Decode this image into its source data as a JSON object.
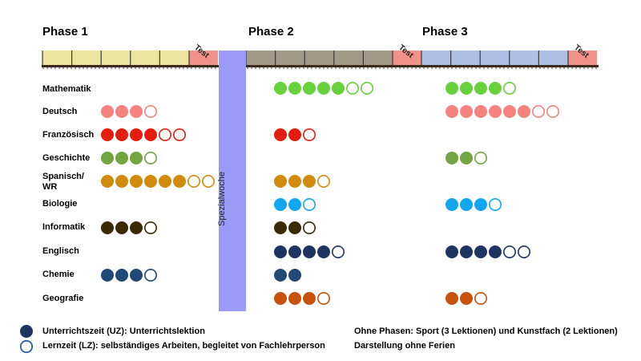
{
  "phases": [
    {
      "title": "Phase 1",
      "test_label": "Test"
    },
    {
      "title": "Phase 2",
      "test_label": "Test"
    },
    {
      "title": "Phase 3",
      "test_label": "Test"
    }
  ],
  "timeline": {
    "phase_colors": [
      "#ebe39e",
      "#a09a86",
      "#adc0e4"
    ],
    "test_color": "#f2908a",
    "special_week_color": "#999bf6",
    "special_week_label": "Spezialwoche"
  },
  "subjects": [
    {
      "name": "Mathematik",
      "color": "#66d13b",
      "p1": [
        0,
        0
      ],
      "p2": [
        5,
        2
      ],
      "p3": [
        4,
        1
      ]
    },
    {
      "name": "Deutsch",
      "color": "#f5827f",
      "p1": [
        3,
        1
      ],
      "p2": [
        0,
        0
      ],
      "p3": [
        6,
        2
      ]
    },
    {
      "name": "Französisch",
      "color": "#e51d10",
      "p1": [
        4,
        2
      ],
      "p2": [
        2,
        1
      ],
      "p3": [
        0,
        0
      ]
    },
    {
      "name": "Geschichte",
      "color": "#72a440",
      "p1": [
        3,
        1
      ],
      "p2": [
        0,
        0
      ],
      "p3": [
        2,
        1
      ]
    },
    {
      "name": "Spanisch/ WR",
      "color": "#d08a0c",
      "p1": [
        6,
        2
      ],
      "p2": [
        3,
        1
      ],
      "p3": [
        0,
        0
      ]
    },
    {
      "name": "Biologie",
      "color": "#12a6f1",
      "p1": [
        0,
        0
      ],
      "p2": [
        2,
        1
      ],
      "p3": [
        3,
        1
      ]
    },
    {
      "name": "Informatik",
      "color": "#3a2a07",
      "p1": [
        3,
        1
      ],
      "p2": [
        2,
        1
      ],
      "p3": [
        0,
        0
      ]
    },
    {
      "name": "Englisch",
      "color": "#1e3564",
      "p1": [
        0,
        0
      ],
      "p2": [
        4,
        1
      ],
      "p3": [
        4,
        2
      ]
    },
    {
      "name": "Chemie",
      "color": "#214a78",
      "p1": [
        3,
        1
      ],
      "p2": [
        2,
        0
      ],
      "p3": [
        0,
        0
      ]
    },
    {
      "name": "Geografie",
      "color": "#c8510e",
      "p1": [
        0,
        0
      ],
      "p2": [
        3,
        1
      ],
      "p3": [
        2,
        1
      ]
    }
  ],
  "legend": {
    "uz": "Unterrichtszeit (UZ): Unterrichtslektion",
    "lz": "Lernzeit (LZ): selbständiges Arbeiten, begleitet von Fachlehrperson",
    "note1": "Ohne Phasen: Sport (3 Lektionen) und Kunstfach (2 Lektionen)",
    "note2": "Darstellung ohne Ferien",
    "filled_color": "#1f3461",
    "open_color": "#2e5da8"
  }
}
